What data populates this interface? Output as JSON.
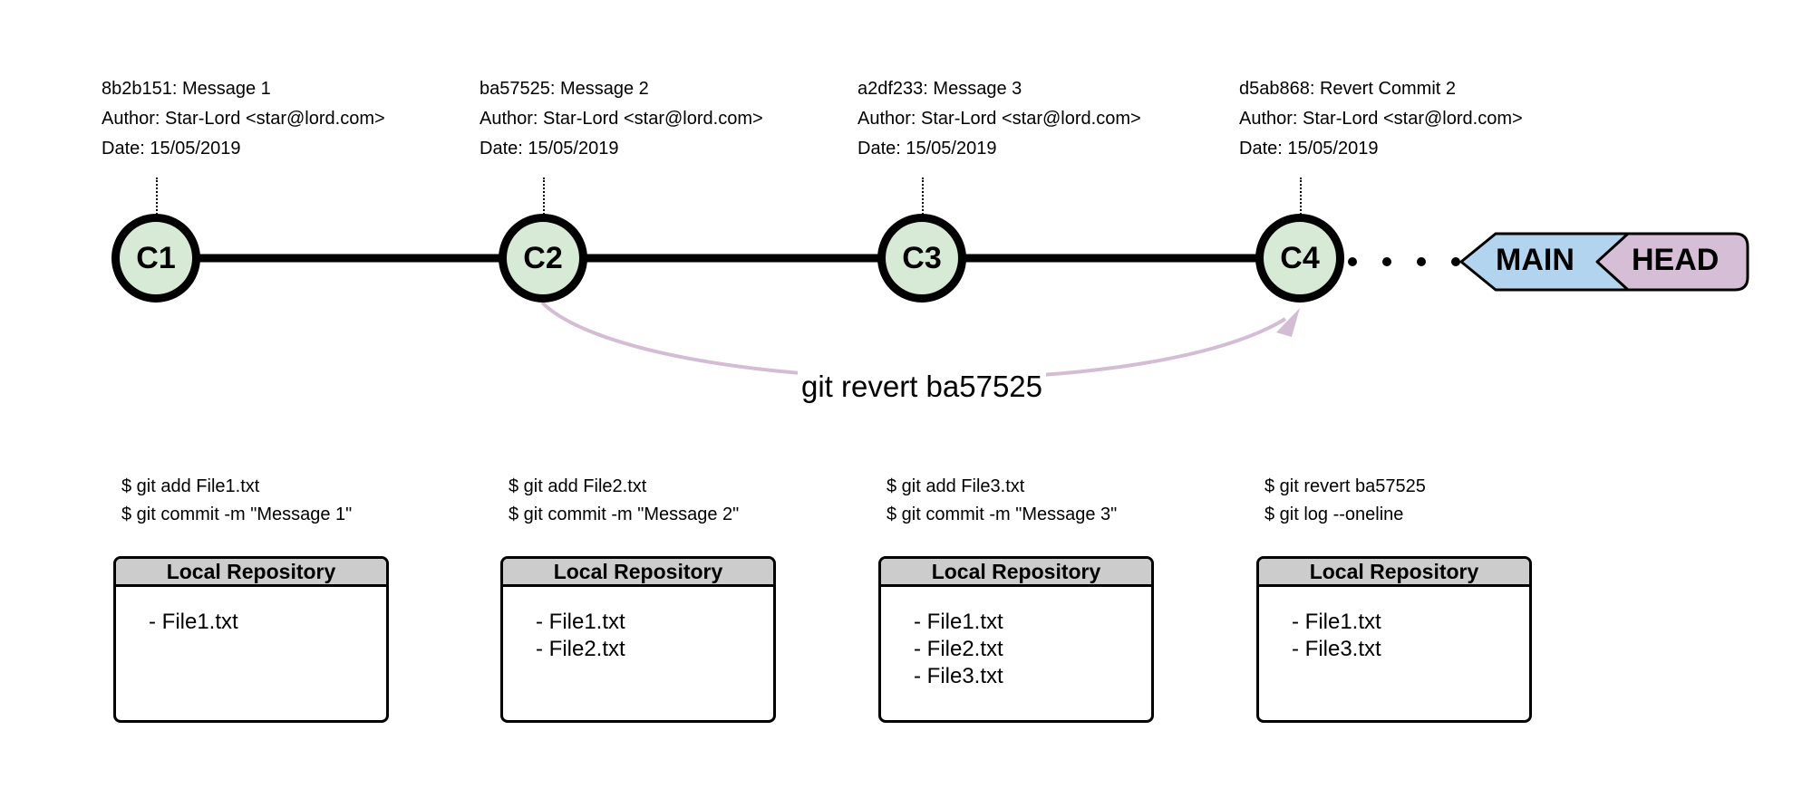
{
  "commits": [
    {
      "id": "C1",
      "title": "8b2b151: Message 1",
      "author": "Author: Star-Lord <star@lord.com>",
      "date": "Date: 15/05/2019"
    },
    {
      "id": "C2",
      "title": "ba57525: Message 2",
      "author": "Author: Star-Lord <star@lord.com>",
      "date": "Date: 15/05/2019"
    },
    {
      "id": "C3",
      "title": "a2df233: Message 3",
      "author": "Author: Star-Lord <star@lord.com>",
      "date": "Date: 15/05/2019"
    },
    {
      "id": "C4",
      "title": "d5ab868: Revert Commit 2",
      "author": "Author: Star-Lord <star@lord.com>",
      "date": "Date: 15/05/2019"
    }
  ],
  "pointers": {
    "branch": "MAIN",
    "head": "HEAD"
  },
  "revert_label": "git revert ba57525",
  "steps": [
    {
      "cmd1": "$ git add File1.txt",
      "cmd2": "$ git commit -m \"Message 1\"",
      "repo_title": "Local Repository",
      "files": [
        "- File1.txt"
      ]
    },
    {
      "cmd1": "$ git add File2.txt",
      "cmd2": "$ git commit -m \"Message 2\"",
      "repo_title": "Local Repository",
      "files": [
        "- File1.txt",
        "- File2.txt"
      ]
    },
    {
      "cmd1": "$ git add File3.txt",
      "cmd2": "$ git commit -m \"Message 3\"",
      "repo_title": "Local Repository",
      "files": [
        "- File1.txt",
        "- File2.txt",
        "- File3.txt"
      ]
    },
    {
      "cmd1": "$ git revert ba57525",
      "cmd2": "$ git log --oneline",
      "repo_title": "Local Repository",
      "files": [
        "- File1.txt",
        "- File3.txt"
      ]
    }
  ],
  "colors": {
    "commit_fill": "#d6ead5",
    "branch_fill": "#b3d4ee",
    "head_fill": "#d6bfd6",
    "revert_arrow": "#d4bdd4",
    "repo_header": "#cccccc"
  }
}
